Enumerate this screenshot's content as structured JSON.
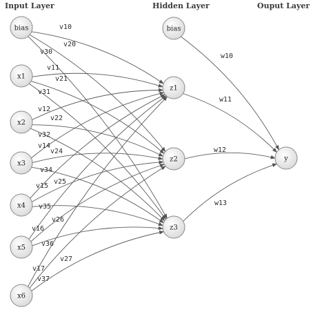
{
  "layers": {
    "input_title": "Input Layer",
    "hidden_title": "Hidden Layer",
    "output_title": "Ouput Layer"
  },
  "nodes": {
    "input": [
      "bias",
      "x1",
      "x2",
      "x3",
      "x4",
      "x5",
      "x6"
    ],
    "hidden": [
      "bias",
      "z1",
      "z2",
      "z3"
    ],
    "output": [
      "y"
    ]
  },
  "input_weights": [
    [
      "v10",
      "v20",
      "v30"
    ],
    [
      "v11",
      "v21",
      "v31"
    ],
    [
      "v12",
      "v22",
      "v32"
    ],
    [
      "v14",
      "v24",
      "v34"
    ],
    [
      "v15",
      "v25",
      "v35"
    ],
    [
      "v16",
      "v26",
      "v36"
    ],
    [
      "v17",
      "v27",
      "v37"
    ]
  ],
  "output_weights": [
    "w10",
    "w11",
    "w12",
    "w13"
  ],
  "colors": {
    "edge": "#5a5a5a",
    "node_fill_light": "#ffffff",
    "node_fill_dark": "#d9d9d9",
    "node_stroke": "#8a8a8a",
    "arrow": "#555555"
  }
}
